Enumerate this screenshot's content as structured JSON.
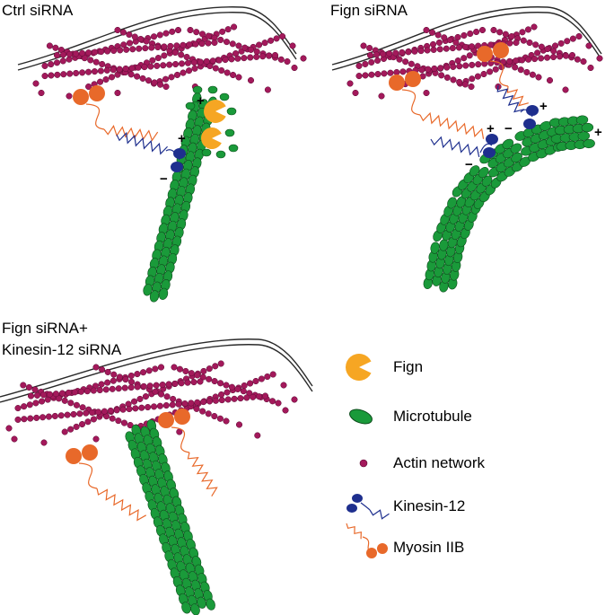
{
  "panels": {
    "ctrl": {
      "title": "Ctrl siRNA"
    },
    "fign": {
      "title": "Fign siRNA"
    },
    "double": {
      "title_line1": "Fign siRNA+",
      "title_line2": "Kinesin-12 siRNA"
    }
  },
  "polarity": {
    "plus": "+",
    "minus": "−"
  },
  "legend": [
    {
      "key": "fign",
      "label": "Fign",
      "icon": "fign-icon"
    },
    {
      "key": "microtubule",
      "label": "Microtubule",
      "icon": "microtubule-icon"
    },
    {
      "key": "actin",
      "label": "Actin network",
      "icon": "actin-icon"
    },
    {
      "key": "kinesin",
      "label": "Kinesin-12",
      "icon": "kinesin-icon"
    },
    {
      "key": "myosin",
      "label": "Myosin IIB",
      "icon": "myosin-icon"
    }
  ],
  "colors": {
    "fign": "#f6a623",
    "microtubule": "#1a9a3a",
    "microtubule_outline": "#0d4d1c",
    "actin": "#a3195b",
    "actin_outline": "#5a0c33",
    "kinesin": "#1e2f8e",
    "myosin": "#e8692a",
    "membrane": "#2a2a2a"
  }
}
